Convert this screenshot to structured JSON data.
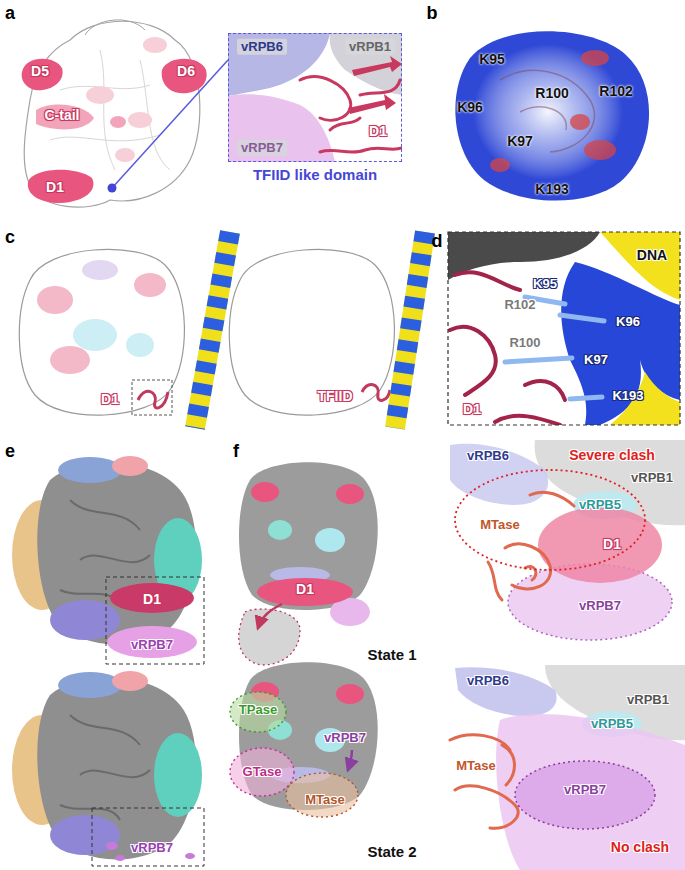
{
  "diagram": {
    "nodes": [
      {
        "text": [
          "TFIID like domain"
        ]
      }
    ],
    "labels": [
      "a",
      "D5",
      "D6",
      "C-tail",
      "D1",
      "vRPB6",
      "vRPB1",
      "vRPB7",
      "D1",
      "b",
      "K95",
      "K96",
      "R100",
      "R102",
      "K97",
      "K193",
      "c",
      "D1",
      "TFIID",
      "d",
      "DNA",
      "K95",
      "R102",
      "K96",
      "R100",
      "K97",
      "K193",
      "D1",
      "e",
      "D1",
      "vRPB7",
      "vRPB7",
      "f",
      "D1",
      "State 1",
      "vRPB6",
      "Severe clash",
      "vRPB1",
      "vRPB5",
      "MTase",
      "D1",
      "vRPB7",
      "TPase",
      "GTase",
      "vRPB7",
      "MTase",
      "State 2",
      "vRPB6",
      "vRPB1",
      "vRPB5",
      "MTase",
      "vRPB7",
      "No clash"
    ]
  }
}
